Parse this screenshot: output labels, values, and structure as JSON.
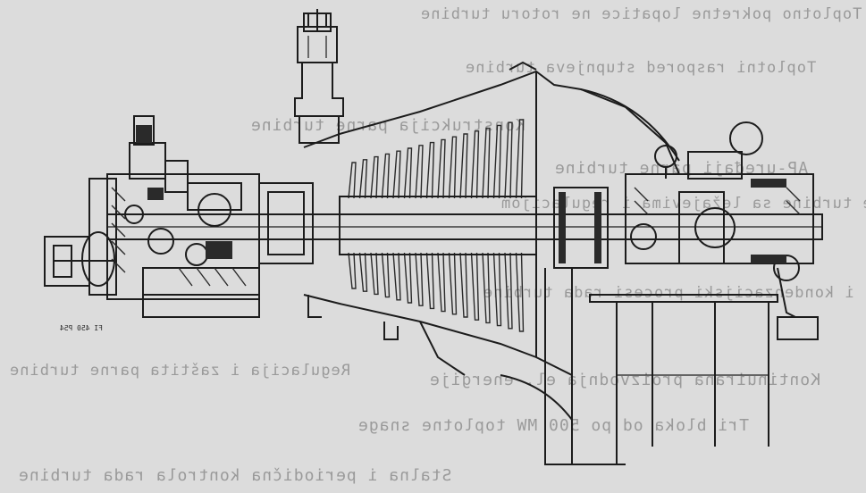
{
  "drawing": {
    "label": "FI 450 P54"
  },
  "bleed_through_text": [
    "Toplotno pokretne lopatice ne rotoru turbine",
    "Toplotni raspored stupnjeva turbine",
    "Konstrukcija parne turbine",
    "AP-uređaji parne turbine",
    "Kućište turbine sa ležajevima i regulacijom",
    "Parni i kondenzacijski procesi rada turbine",
    "Regulacija i zaštita parne turbine",
    "Kontinuirana proizvodnja el. energije",
    "Tri bloka od po 500 MW toplotne snage",
    "Stalna i periodična kontrola rada turbine"
  ],
  "colors": {
    "paper": "#dcdcdc",
    "ink": "#1c1c1c",
    "ghost_text": "#9a9a9a"
  }
}
